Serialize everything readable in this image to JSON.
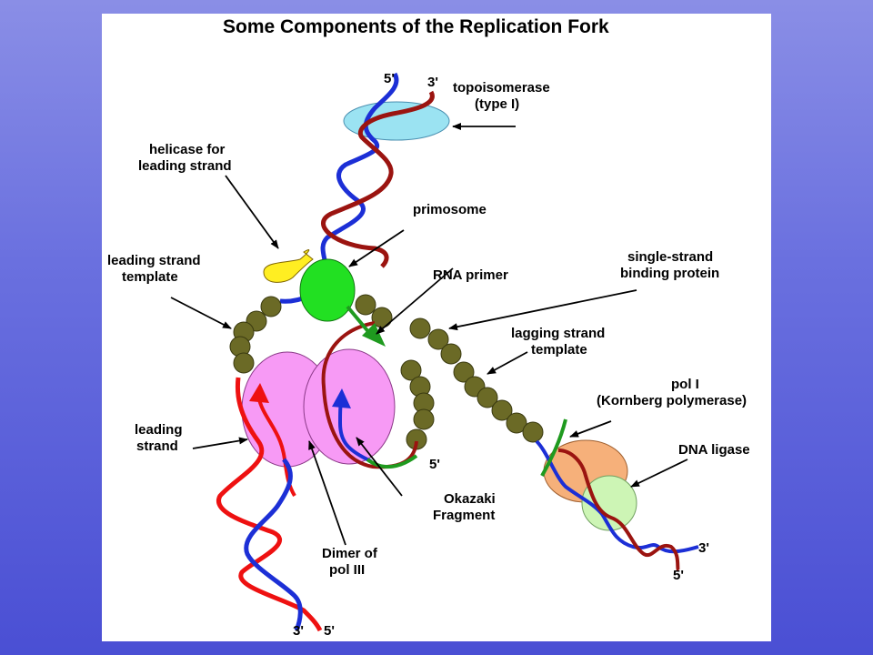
{
  "title": "Some Components of the Replication Fork",
  "labels": {
    "topoisomerase": [
      "topoisomerase",
      "(type I)"
    ],
    "helicase": [
      "helicase for",
      "leading strand"
    ],
    "primosome": "primosome",
    "leading_template": [
      "leading strand",
      "template"
    ],
    "rna_primer": "RNA primer",
    "ssb": [
      "single-strand",
      "binding protein"
    ],
    "lagging_template": [
      "lagging strand",
      "template"
    ],
    "pol1": [
      "pol I",
      "(Kornberg polymerase)"
    ],
    "ligase": "DNA ligase",
    "leading_strand": [
      "leading",
      "strand"
    ],
    "okazaki": [
      "Okazaki",
      "Fragment"
    ],
    "dimer": [
      "Dimer of",
      "pol III"
    ]
  },
  "strand_ends": {
    "top_5": "5'",
    "top_3": "3'",
    "bottom_3": "3'",
    "bottom_5": "5'",
    "right_3": "3'",
    "right_5": "5'",
    "okazaki_5": "5'"
  },
  "colors": {
    "blue_strand": "#1c2fd6",
    "red_strand": "#ee1111",
    "dark_red_strand": "#9b1410",
    "green_primer": "#1f9a1f",
    "topoisomerase": "#9be3f2",
    "helicase": "#ffee22",
    "primosome": "#22e022",
    "ssb_bead": "#6b6a26",
    "pol3": "#f79af5",
    "pol1": "#f6b07a",
    "ligase": "#cdf5b5"
  }
}
